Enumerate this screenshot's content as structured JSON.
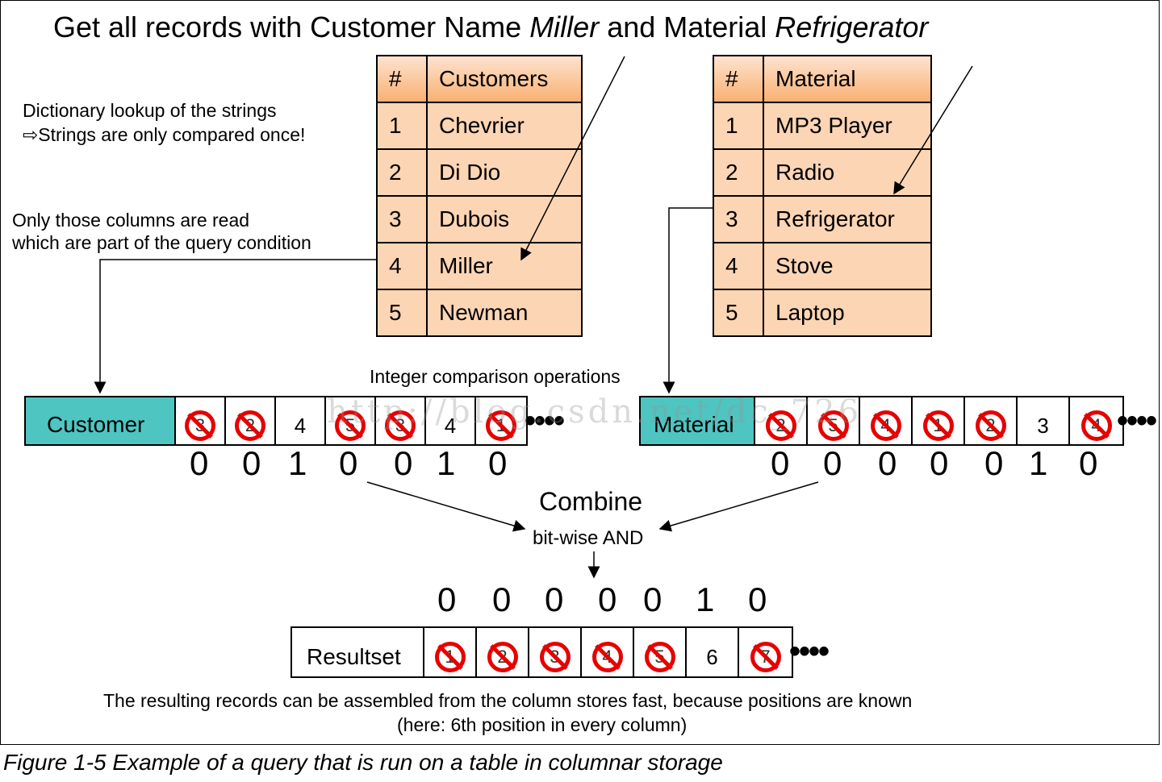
{
  "title": {
    "prefix": "Get all records with Customer Name ",
    "name": "Miller",
    "middle": " and Material ",
    "material": "Refrigerator"
  },
  "notes": {
    "dictionary_1": "Dictionary lookup of the strings",
    "dictionary_2": "⇨Strings are only compared once!",
    "columns_1": "Only those columns are read",
    "columns_2": "which are part of the query condition",
    "integer": "Integer comparison operations",
    "combine": "Combine",
    "bitwise": "bit-wise AND",
    "result_1": "The resulting records can be assembled from the column stores fast, because positions are known",
    "result_2": "(here: 6th position in every column)"
  },
  "customers_table": {
    "headers": [
      "#",
      "Customers"
    ],
    "rows": [
      [
        "1",
        "Chevrier"
      ],
      [
        "2",
        "Di Dio"
      ],
      [
        "3",
        "Dubois"
      ],
      [
        "4",
        "Miller"
      ],
      [
        "5",
        "Newman"
      ]
    ]
  },
  "material_table": {
    "headers": [
      "#",
      "Material"
    ],
    "rows": [
      [
        "1",
        "MP3 Player"
      ],
      [
        "2",
        "Radio"
      ],
      [
        "3",
        "Refrigerator"
      ],
      [
        "4",
        "Stove"
      ],
      [
        "5",
        "Laptop"
      ]
    ]
  },
  "customer_column": {
    "label": "Customer",
    "cells": [
      {
        "value": "3",
        "excluded": true
      },
      {
        "value": "2",
        "excluded": true
      },
      {
        "value": "4",
        "excluded": false
      },
      {
        "value": "5",
        "excluded": true
      },
      {
        "value": "3",
        "excluded": true
      },
      {
        "value": "4",
        "excluded": false
      },
      {
        "value": "1",
        "excluded": true
      }
    ],
    "bits": [
      "0",
      "0",
      "1",
      "0",
      "0",
      "1",
      "0"
    ]
  },
  "material_column": {
    "label": "Material",
    "cells": [
      {
        "value": "2",
        "excluded": true
      },
      {
        "value": "5",
        "excluded": true
      },
      {
        "value": "4",
        "excluded": true
      },
      {
        "value": "1",
        "excluded": true
      },
      {
        "value": "2",
        "excluded": true
      },
      {
        "value": "3",
        "excluded": false
      },
      {
        "value": "4",
        "excluded": true
      }
    ],
    "bits": [
      "0",
      "0",
      "0",
      "0",
      "0",
      "1",
      "0"
    ]
  },
  "resultset": {
    "label": "Resultset",
    "cells": [
      {
        "value": "1",
        "excluded": true
      },
      {
        "value": "2",
        "excluded": true
      },
      {
        "value": "3",
        "excluded": true
      },
      {
        "value": "4",
        "excluded": true
      },
      {
        "value": "5",
        "excluded": true
      },
      {
        "value": "6",
        "excluded": false
      },
      {
        "value": "7",
        "excluded": true
      }
    ],
    "bits": [
      "0",
      "0",
      "0",
      "0",
      "0",
      "1",
      "0"
    ]
  },
  "ellipsis": "••••",
  "watermark": "http://blog.csdn.net/dc_726",
  "caption": "Figure 1-5   Example of a query that is run on a table in columnar storage",
  "colors": {
    "column_label": "#4ec5c1",
    "dictionary_cell": "#fcd5b4",
    "prohibited": "#e60000"
  }
}
